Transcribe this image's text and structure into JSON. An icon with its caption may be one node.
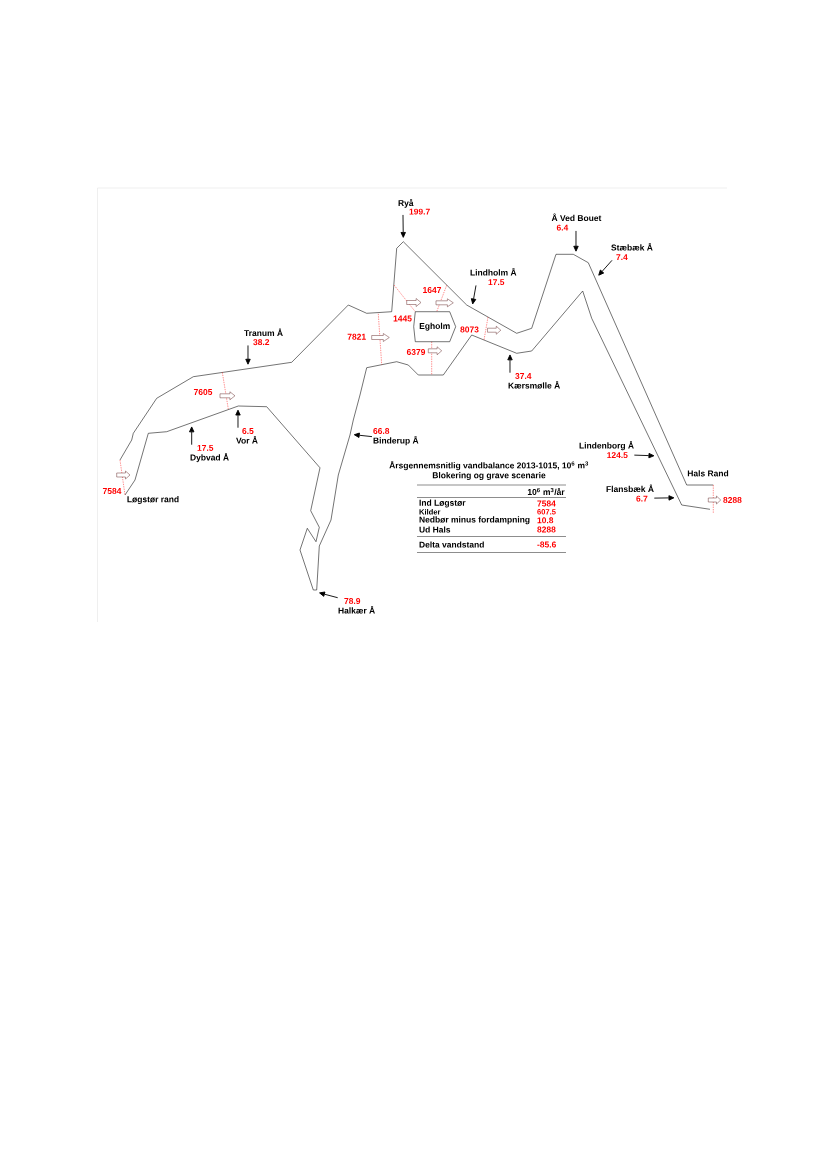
{
  "diagram": {
    "title": "Årsgennemsnitlig vandbalance 2013-1015, 10$^{6}$ m$^{3}$",
    "nodes": [
      {
        "text": [
          "Ryå",
          "199.7"
        ]
      },
      {
        "text": [
          "Lindholm Å",
          "17.5"
        ]
      },
      {
        "text": [
          "Egholm"
        ]
      },
      {
        "text": [
          "Å Ved Bouet",
          "6.4"
        ]
      },
      {
        "text": [
          "Stæbæk Å",
          "7.4"
        ]
      },
      {
        "text": [
          "Tranum Å",
          "38.2"
        ]
      },
      {
        "text": [
          "37.4",
          "Kærsmølle Å"
        ]
      },
      {
        "text": [
          "6.5",
          "Vor Å"
        ]
      },
      {
        "text": [
          "17.5",
          "Dybvad Å"
        ]
      },
      {
        "text": [
          "66.8",
          "Binderup Å"
        ]
      },
      {
        "text": [
          "Lindenborg Å",
          "124.5"
        ]
      },
      {
        "text": [
          "Flansbæk Å",
          "6.7"
        ]
      },
      {
        "text": [
          "78.9",
          "Halkær Å"
        ]
      }
    ],
    "edges": [
      {
        "from": 0,
        "to": null,
        "arrow": "to"
      },
      {
        "from": 1,
        "to": null,
        "arrow": "to"
      },
      {
        "from": 3,
        "to": null,
        "arrow": "to"
      },
      {
        "from": 4,
        "to": null,
        "arrow": "to"
      },
      {
        "from": 5,
        "to": null,
        "arrow": "to"
      },
      {
        "from": 6,
        "to": null,
        "arrow": "to"
      },
      {
        "from": 7,
        "to": null,
        "arrow": "to"
      },
      {
        "from": 8,
        "to": null,
        "arrow": "to"
      },
      {
        "from": 9,
        "to": null,
        "arrow": "to"
      },
      {
        "from": 10,
        "to": null,
        "arrow": "to"
      },
      {
        "from": 11,
        "to": null,
        "arrow": "to"
      },
      {
        "from": 12,
        "to": null,
        "arrow": "to"
      }
    ],
    "labels": [
      "1647",
      "1445",
      "8073",
      "7821",
      "6379",
      "7605",
      "Hals Rand",
      "7584",
      "Løgstør rand",
      "8288",
      "Blokering og grave scenarie",
      "10$^{6}$ m$^{3}$/år",
      "Ind Løgstør",
      "7584",
      "Kilder",
      "607.5",
      "Nedbør minus fordampning",
      "10.8",
      "Ud Hals",
      "8288",
      "Delta vandstand",
      "-85.6"
    ]
  }
}
